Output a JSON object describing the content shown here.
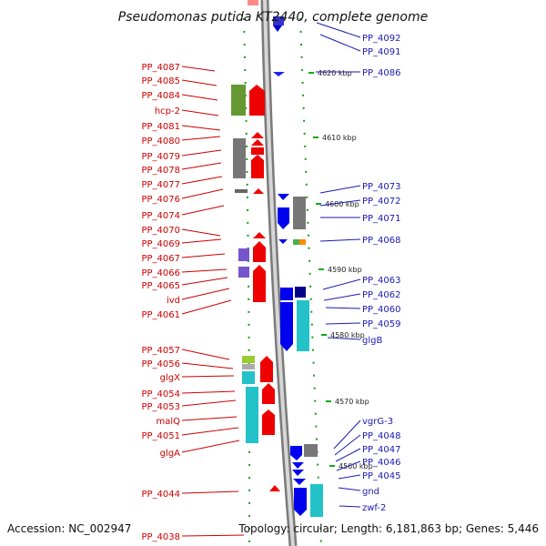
{
  "title": "Pseudomonas putida KT2440, complete genome",
  "footer": {
    "accession": "Accession: NC_002947",
    "topology": "Topology: circular; Length: 6,181,863 bp; Genes: 5,446"
  },
  "colors": {
    "minus_strand": "#dd0000",
    "plus_strand": "#0000cc",
    "backbone": "#9a9a9a",
    "tick": "#11aa11",
    "leader_red": "#cc0000",
    "leader_blue": "#1a1ab3"
  },
  "ticks": [
    {
      "label": "4620 kbp"
    },
    {
      "label": "4610 kbp"
    },
    {
      "label": "4600 kbp"
    },
    {
      "label": "4590 kbp"
    },
    {
      "label": "4580 kbp"
    },
    {
      "label": "4570 kbp"
    },
    {
      "label": "4560 kbp"
    }
  ],
  "left_genes": [
    "PP_4087",
    "PP_4085",
    "PP_4084",
    "hcp-2",
    "PP_4081",
    "PP_4080",
    "PP_4079",
    "PP_4078",
    "PP_4077",
    "PP_4076",
    "PP_4074",
    "PP_4070",
    "PP_4069",
    "PP_4067",
    "PP_4066",
    "PP_4065",
    "ivd",
    "PP_4061",
    "PP_4057",
    "PP_4056",
    "glgX",
    "PP_4054",
    "PP_4053",
    "malQ",
    "PP_4051",
    "glgA",
    "PP_4044",
    "PP_4038"
  ],
  "right_genes": [
    "PP_4092",
    "PP_4091",
    "PP_4086",
    "PP_4073",
    "PP_4072",
    "PP_4071",
    "PP_4068",
    "PP_4063",
    "PP_4062",
    "PP_4060",
    "PP_4059",
    "glgB",
    "vgrG-3",
    "PP_4048",
    "PP_4047",
    "PP_4046",
    "PP_4045",
    "gnd",
    "zwf-2"
  ]
}
